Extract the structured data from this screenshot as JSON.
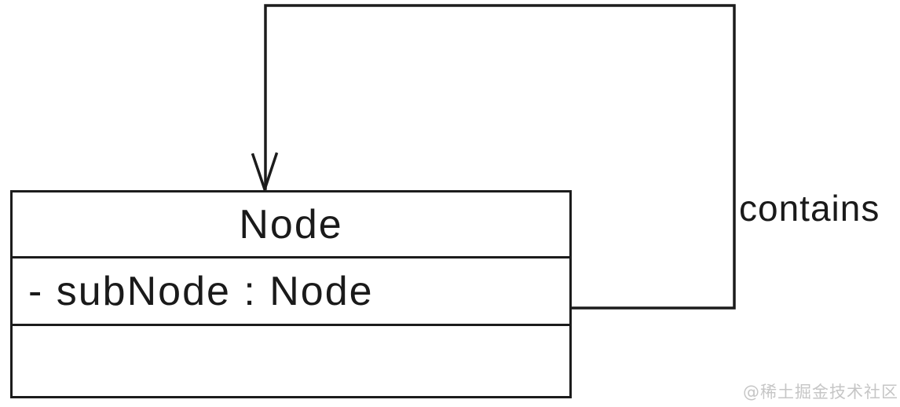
{
  "diagram": {
    "class_box": {
      "name": "Node",
      "attributes": [
        "- subNode : Node"
      ],
      "methods": []
    },
    "association": {
      "label": "contains",
      "type": "self-association",
      "arrow": "open-arrowhead-down"
    },
    "colors": {
      "line": "#1c1c1c",
      "background": "#ffffff",
      "text": "#1a1a1a",
      "watermark": "#c6c6c6"
    }
  },
  "watermark": {
    "text": "@稀土掘金技术社区"
  }
}
